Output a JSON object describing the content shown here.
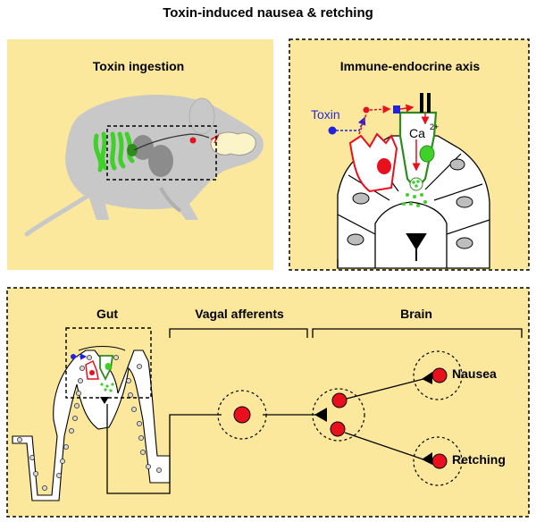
{
  "title": "Toxin-induced nausea & retching",
  "panels": {
    "ingestion": {
      "title": "Toxin ingestion"
    },
    "axis": {
      "title": "Immune-endocrine axis",
      "toxin_label": "Toxin",
      "calcium_label": "Ca",
      "calcium_charge": "2+"
    },
    "pathway": {
      "gut_label": "Gut",
      "vagal_label": "Vagal afferents",
      "brain_label": "Brain",
      "nausea_label": "Nausea",
      "retching_label": "Retching"
    }
  },
  "colors": {
    "panel_fill": "#fbe89c",
    "cell_fill": "#ffffff",
    "nucleus_fill": "#bdbdbd",
    "endocrine_cell": "#2e8b1e",
    "endocrine_nucleus": "#3fd12a",
    "immune_red": "#e8101c",
    "toxin_blue": "#2222dd",
    "mouse_grey": "#c8c8c8"
  }
}
